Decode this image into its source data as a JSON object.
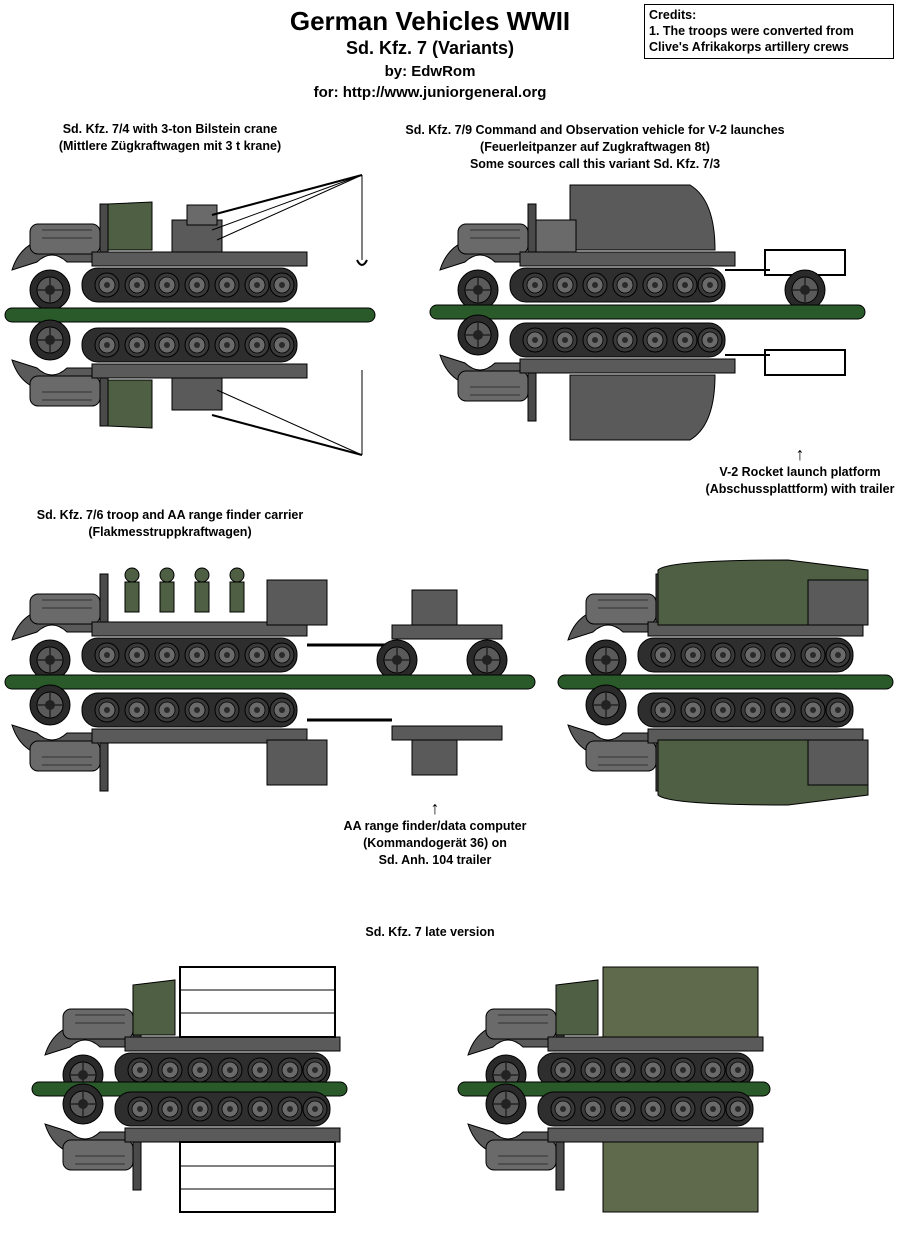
{
  "header": {
    "title": "German Vehicles WWII",
    "subtitle": "Sd. Kfz. 7 (Variants)",
    "author": "by: EdwRom",
    "site": "for: http://www.juniorgeneral.org"
  },
  "credits": {
    "heading": "Credits:",
    "line1": "1. The troops were converted from",
    "line2": "Clive's Afrikakorps artillery crews"
  },
  "sections": {
    "crane": {
      "line1": "Sd. Kfz. 7/4 with 3-ton Bilstein crane",
      "line2": "(Mittlere Zügkraftwagen mit 3 t krane)"
    },
    "command": {
      "line1": "Sd. Kfz. 7/9 Command and Observation vehicle for V-2 launches",
      "line2": "(Feuerleitpanzer auf Zugkraftwagen 8t)",
      "line3": "Some sources call this variant Sd. Kfz. 7/3"
    },
    "v2": {
      "arrow": "↑",
      "line1": "V-2 Rocket launch platform",
      "line2": "(Abschussplattform) with trailer"
    },
    "troop": {
      "line1": "Sd. Kfz. 7/6 troop and AA range finder carrier",
      "line2": "(Flakmesstruppkraftwagen)"
    },
    "rangefinder": {
      "arrow": "↑",
      "line1": "AA range finder/data computer",
      "line2": "(Kommandogerät 36) on",
      "line3": "Sd. Anh. 104  trailer"
    },
    "late": {
      "line1": "Sd. Kfz. 7 late version"
    }
  },
  "colors": {
    "vehicle_grey": "#5a5a5a",
    "dark_grey": "#3a3a3a",
    "light_grey": "#8c8c8c",
    "canvas_green": "#4f5f44",
    "olive": "#5f6a4c",
    "base_green": "#2a5a2a"
  }
}
